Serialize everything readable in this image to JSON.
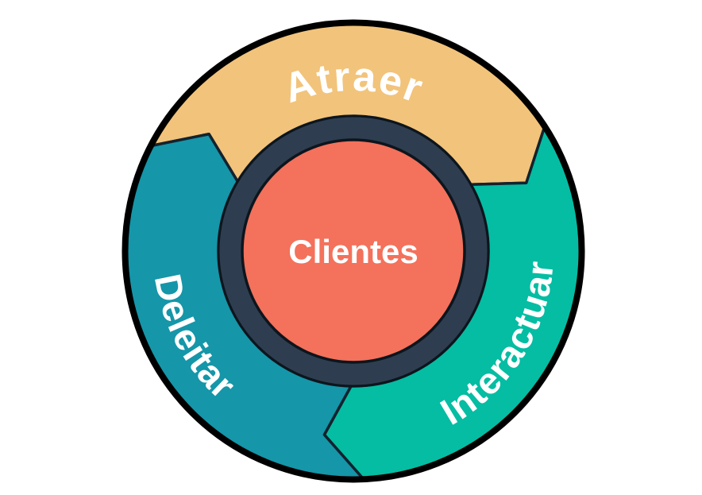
{
  "diagram": {
    "type": "flywheel",
    "center_label": "Clientes",
    "segments": [
      {
        "id": "atraer",
        "label": "Atraer",
        "color": "#f2c37a"
      },
      {
        "id": "interactuar",
        "label": "Interactuar",
        "color": "#04bda3"
      },
      {
        "id": "deleitar",
        "label": "Deleitar",
        "color": "#1596a9"
      }
    ],
    "colors": {
      "ring": "#2e3e50",
      "center_circle": "#f4715b",
      "outline": "#000000",
      "label_text": "#ffffff",
      "background": "#ffffff"
    }
  }
}
